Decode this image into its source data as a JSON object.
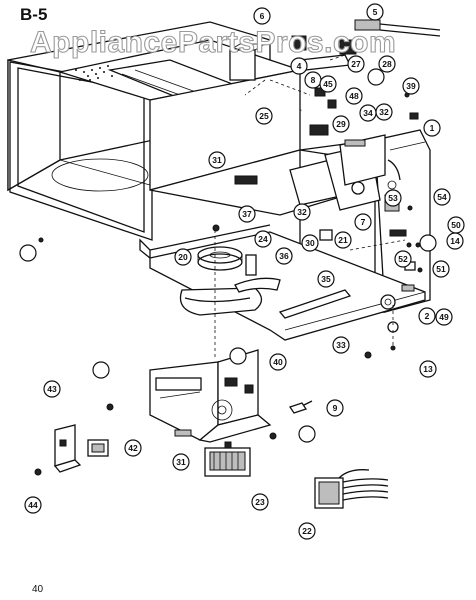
{
  "diagram": {
    "section_label": "B-5",
    "watermark": "AppliancePartsPros.com",
    "page_number": "40",
    "callouts": {
      "c1": "1",
      "c2": "2",
      "c4": "4",
      "c5": "5",
      "c6": "6",
      "c7": "7",
      "c8": "8",
      "c9": "9",
      "c13": "13",
      "c14": "14",
      "c20": "20",
      "c21": "21",
      "c22": "22",
      "c23": "23",
      "c24": "24",
      "c25": "25",
      "c27": "27",
      "c28": "28",
      "c29": "29",
      "c30": "30",
      "c31": "31",
      "c31b": "31",
      "c32": "32",
      "c32b": "32",
      "c33": "33",
      "c34": "34",
      "c35": "35",
      "c36": "36",
      "c37": "37",
      "c39": "39",
      "c40": "40",
      "c42": "42",
      "c43": "43",
      "c44": "44",
      "c45": "45",
      "c48": "48",
      "c49": "49",
      "c50": "50",
      "c51": "51",
      "c52": "52",
      "c53": "53",
      "c54": "54"
    }
  }
}
